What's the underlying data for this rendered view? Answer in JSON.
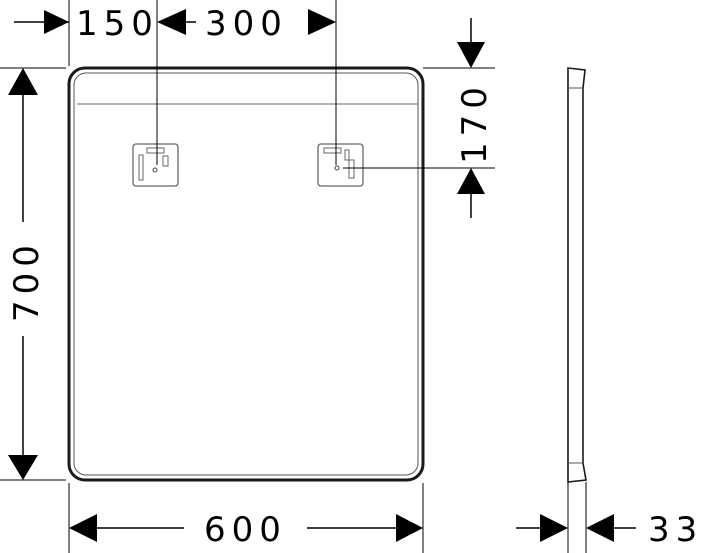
{
  "title": "",
  "dimensions": {
    "bracket_offset": "150",
    "bracket_spacing": "300",
    "bracket_drop": "170",
    "height": "700",
    "width": "600",
    "depth": "33"
  },
  "colors": {
    "line": "#000000",
    "mirror_stroke": "#333333",
    "thin_line": "#555555",
    "bracket_stroke": "#666666"
  }
}
